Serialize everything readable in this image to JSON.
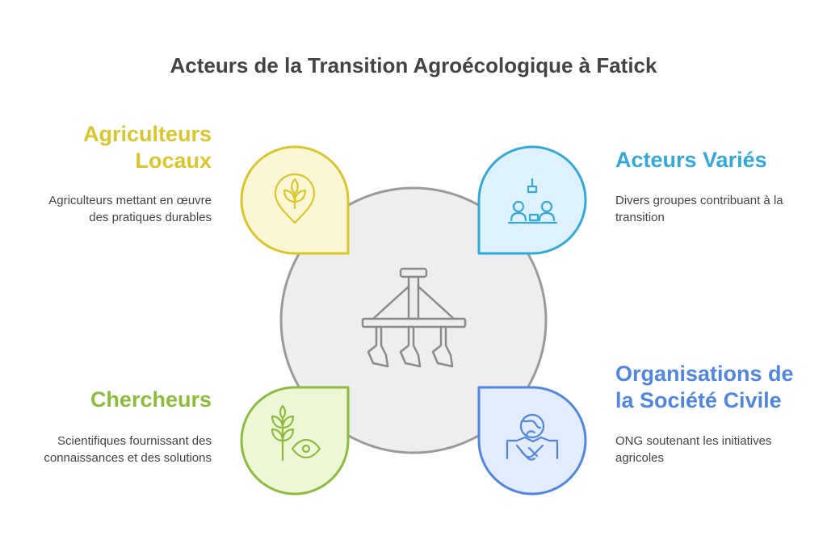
{
  "title": "Acteurs de la Transition Agroécologique à Fatick",
  "colors": {
    "yellow": "#D9C62A",
    "blue": "#34A8D8",
    "green": "#8DBB3C",
    "indigo": "#4E86E0",
    "center_fill": "#EEEEEE",
    "center_stroke": "#9A9A9A"
  },
  "center": {
    "icon": "plow-icon"
  },
  "actors": [
    {
      "heading": "Agriculteurs Locaux",
      "heading_lines": [
        "Agriculteurs",
        "Locaux"
      ],
      "description": "Agriculteurs mettant en œuvre des pratiques durables",
      "description_lines": [
        "Agriculteurs mettant en œuvre",
        "des pratiques durables"
      ],
      "icon": "seedling-location-icon",
      "color": "#D9C62A"
    },
    {
      "heading": "Acteurs Variés",
      "heading_lines": [
        "Acteurs Variés"
      ],
      "description": "Divers groupes contribuant à la transition",
      "description_lines": [
        "Divers groupes contribuant à la",
        "transition"
      ],
      "icon": "people-meeting-icon",
      "color": "#34A8D8"
    },
    {
      "heading": "Chercheurs",
      "heading_lines": [
        "Chercheurs"
      ],
      "description": "Scientifiques fournissant des connaissances et des solutions",
      "description_lines": [
        "Scientifiques fournissant des",
        "connaissances et des solutions"
      ],
      "icon": "plant-eye-icon",
      "color": "#8DBB3C"
    },
    {
      "heading": "Organisations de la Société Civile",
      "heading_lines": [
        "Organisations de",
        "la Société Civile"
      ],
      "description": "ONG soutenant les initiatives agricoles",
      "description_lines": [
        "ONG soutenant les initiatives",
        "agricoles"
      ],
      "icon": "globe-handshake-icon",
      "color": "#4E86E0"
    }
  ]
}
